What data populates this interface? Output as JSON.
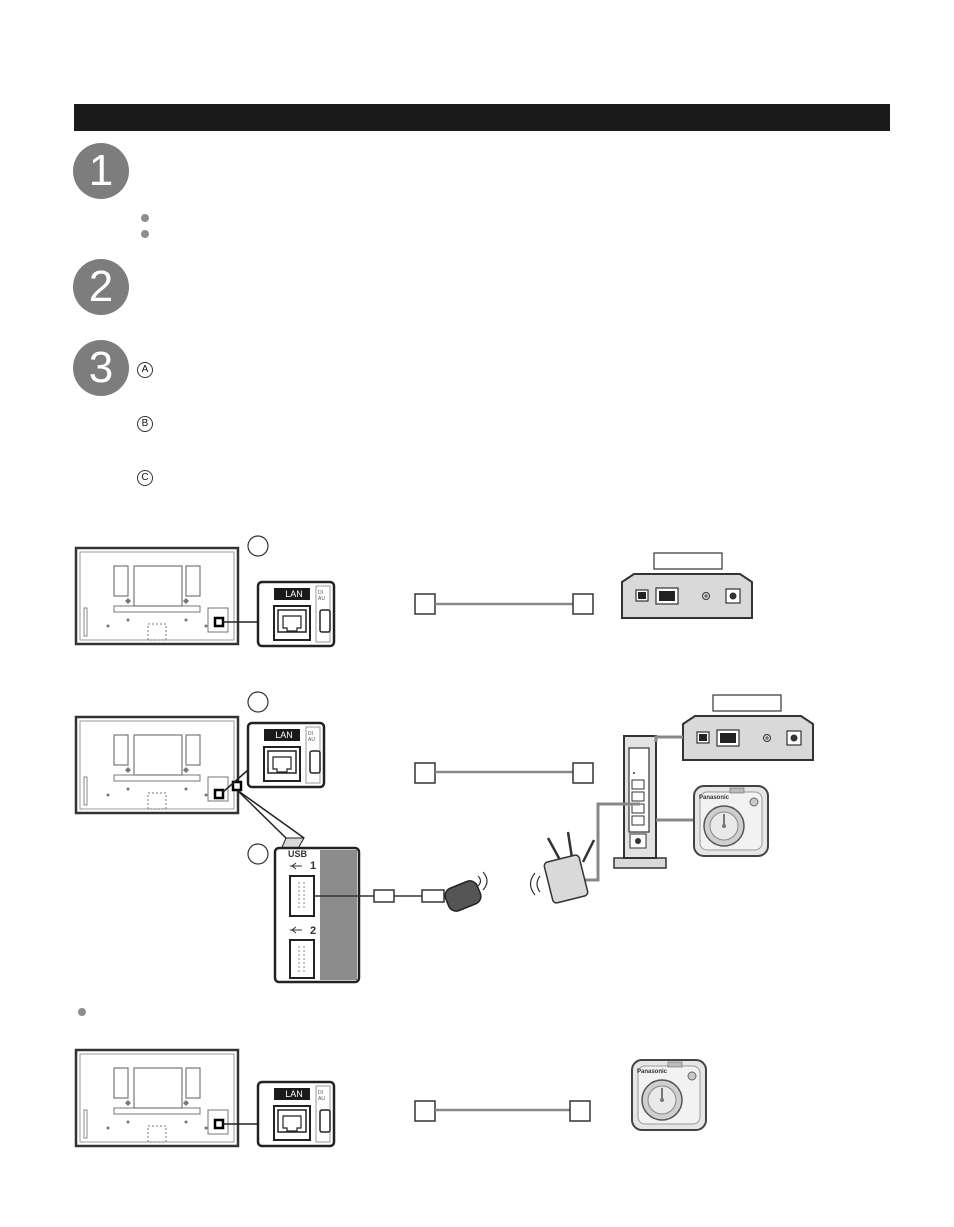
{
  "steps": [
    {
      "number": "1"
    },
    {
      "number": "2"
    },
    {
      "number": "3",
      "sub_items": [
        "A",
        "B",
        "C"
      ]
    }
  ],
  "tv_panel": {
    "lan_label": "LAN",
    "audio_label_line1": "DI",
    "audio_label_line2": "AU"
  },
  "usb_panel": {
    "usb_label": "USB",
    "port1": "1",
    "port2": "2"
  },
  "camera": {
    "brand": "Panasonic"
  },
  "colors": {
    "header": "#1a1a1a",
    "step_circle": "#7d7d7d",
    "cable": "#888888",
    "device_fill": "#d9d9d9"
  }
}
